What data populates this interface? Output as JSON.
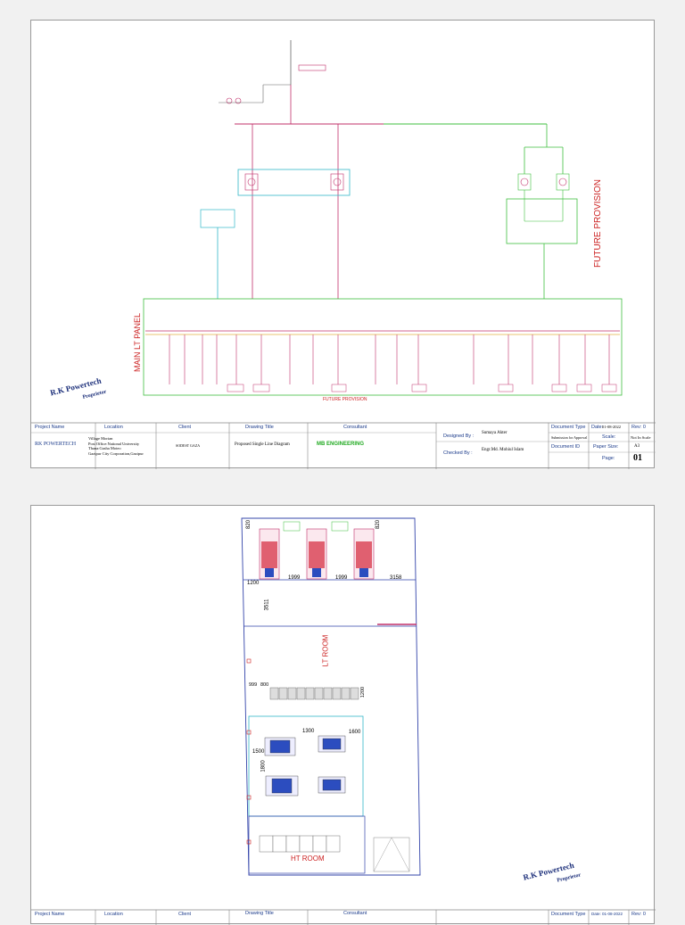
{
  "sheet1": {
    "labels": {
      "main_lt_panel": "MAIN LT PANEL",
      "future_provision_vertical": "FUTURE PROVISION",
      "future_provision_bottom": "FUTURE PROVISION"
    },
    "stamp": {
      "company": "R.K Powertech",
      "role": "Proprietor"
    },
    "title_block": {
      "headers": {
        "project_name": "Project Name",
        "location": "Location",
        "client": "Client",
        "drawing_title": "Drawing Title",
        "consultant": "Consultant",
        "designed_by": "Designed By :",
        "checked_by": "Checked By :",
        "document_type": "Document Type",
        "date": "Date:",
        "rev": "Rev: 0",
        "scale": "Scale:",
        "paper_size": "Paper Size:",
        "document_id": "Document ID",
        "page": "Page:"
      },
      "values": {
        "project_name": "RK POWERTECH",
        "location_lines": [
          "Village Morian",
          "Post Office:National University",
          "Thana:Gasha Moteo",
          "Gazipur City Corporation,Gazipur"
        ],
        "client": "SODEST GAZA",
        "drawing_title": "Proposed Single Line Diagram",
        "consultant": "MB ENGINEERING",
        "designed_by_name": "Sumaya Akter",
        "checked_by_name": "Engr.Md. Mohiul Islam",
        "document_type": "Submission for Approval",
        "date": "01-08-2022",
        "scale": "Not In Scale",
        "paper_size": "A3",
        "page": "01"
      }
    }
  },
  "sheet2": {
    "dims": {
      "d820a": "820",
      "d820b": "820",
      "d1200": "1200",
      "d1999a": "1999",
      "d1999b": "1999",
      "d3158": "3158",
      "d3511": "3511",
      "d999": "999",
      "d800": "800",
      "d1200b": "1200",
      "d1300": "1300",
      "d1600": "1600",
      "d1500": "1500",
      "d1800": "1800"
    },
    "room_labels": {
      "lt_room": "LT ROOM",
      "ht_room": "HT ROOM"
    },
    "stamp": {
      "company": "R.K Powertech",
      "role": "Proprietor"
    },
    "title_block": {
      "project_name": "Project Name",
      "location": "Location",
      "client": "Client",
      "drawing_title": "Drawing Title",
      "consultant": "Consultant",
      "document_type": "Document Type",
      "date": "Date: 01-08-2022",
      "rev": "Rev: 0"
    }
  },
  "colors": {
    "pink": "#c0306a",
    "green": "#3fbf3f",
    "cyan": "#33b8c8",
    "red": "#cc2222",
    "blue": "#3344aa",
    "title_blue": "#1a3a8a",
    "consultant_green": "#22aa22"
  }
}
